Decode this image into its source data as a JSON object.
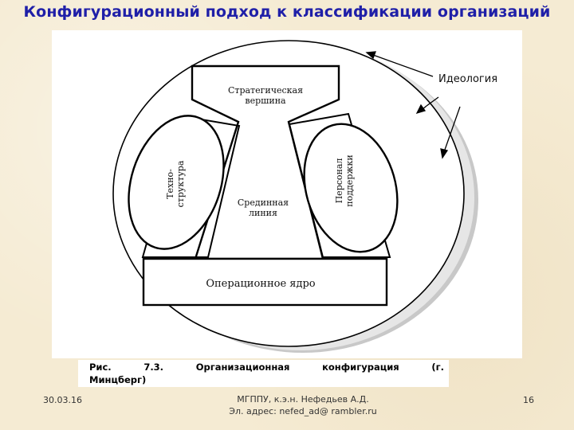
{
  "slide": {
    "title": "Конфигурационный подход к классификации организаций",
    "date": "30.03.16",
    "author_line1": "МГППУ, к.э.н. Нефедьев А.Д.",
    "author_line2": "Эл. адрес: nefed_ad@ rambler.ru",
    "page": "16"
  },
  "figure": {
    "caption_parts": [
      "Рис.",
      "7.3.",
      "Организационная",
      "конфигурация",
      "(г."
    ],
    "caption_line2": "Минцберг)",
    "labels": {
      "ideology": "Идеология",
      "apex_line1": "Стратегическая",
      "apex_line2": "вершина",
      "middle_line1": "Срединная",
      "middle_line2": "линия",
      "techno_line1": "Техно-",
      "techno_line2": "структура",
      "support_line1": "Персонал",
      "support_line2": "поддержки",
      "core": "Операционное ядро"
    }
  }
}
